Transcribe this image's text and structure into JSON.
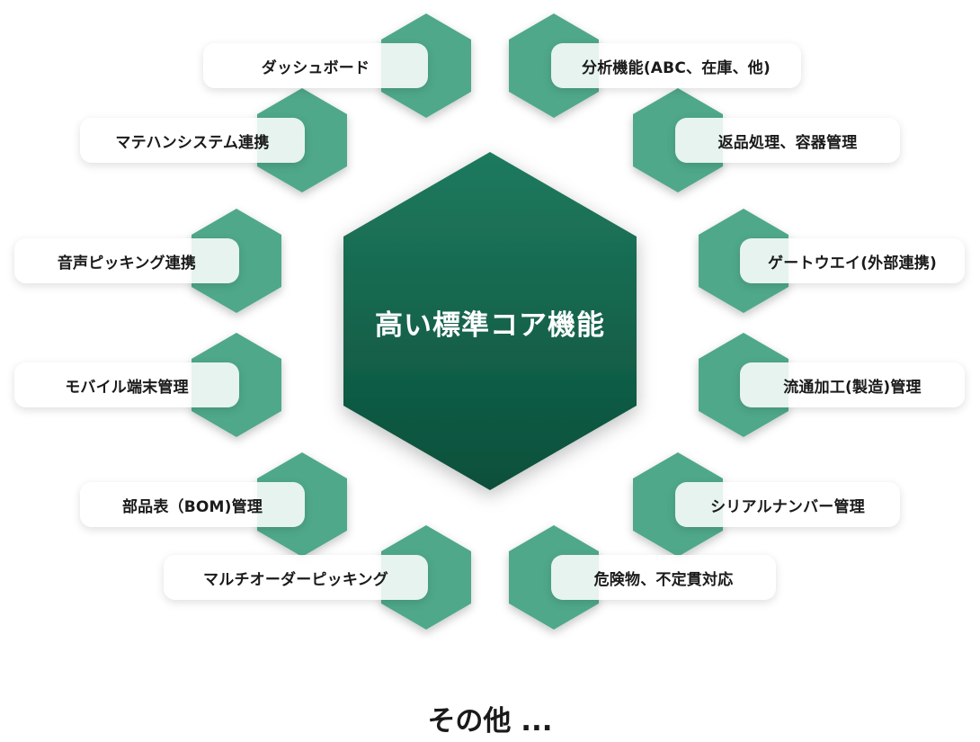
{
  "core": {
    "label": "高い標準コア機能"
  },
  "features": [
    "ダッシュボード",
    "マテハンシステム連携",
    "音声ピッキング連携",
    "モバイル端末管理",
    "部品表（BOM)管理",
    "マルチオーダーピッキング",
    "分析機能(ABC、在庫、他)",
    "返品処理、容器管理",
    "ゲートウエイ(外部連携)",
    "流通加工(製造)管理",
    "シリアルナンバー管理",
    "危険物、不定貫対応"
  ],
  "footer": {
    "label": "その他 ..."
  },
  "colors": {
    "hex_small": "#4fa88a",
    "core_top": "#1f7a5e",
    "core_bottom": "#0a4f3a"
  }
}
